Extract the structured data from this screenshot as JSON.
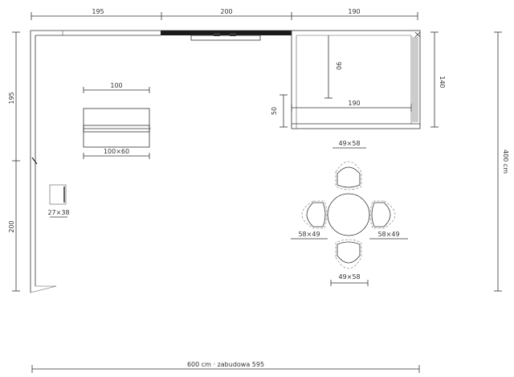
{
  "dimensions": {
    "top_left": "195",
    "top_middle": "200",
    "top_right": "190",
    "left_upper": "195",
    "left_lower": "200",
    "right_vertical": "140",
    "total_height": "400 cm",
    "inner_90": "90",
    "inner_190": "190",
    "inner_50": "50",
    "table_width": "100",
    "table_size": "100×60",
    "small_cabinet": "27×38",
    "chair_top": "49×58",
    "chair_left": "58×49",
    "chair_right": "58×49",
    "chair_bottom": "49×58",
    "bottom_total": "600 cm · zabudowa 595"
  },
  "colors": {
    "line": "#333333",
    "wall_dark": "#1a1a1a"
  }
}
